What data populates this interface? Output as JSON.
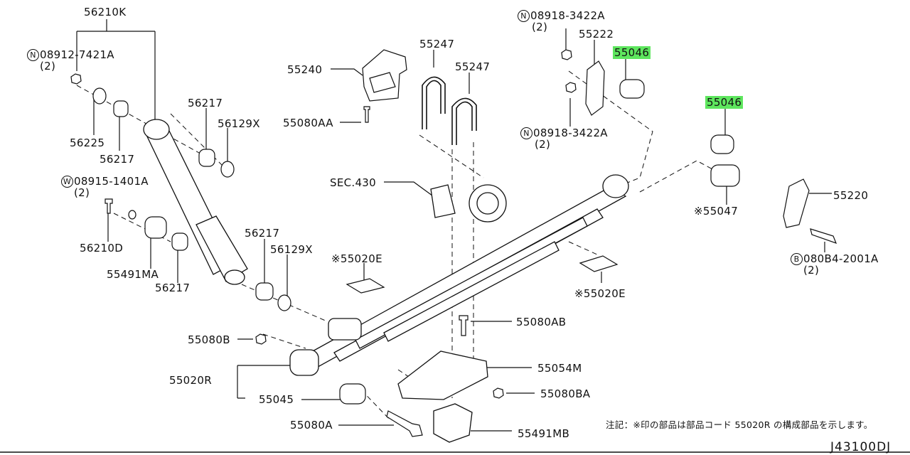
{
  "labels": {
    "p56210K": "56210K",
    "n1_code": "08912-7421A",
    "n1_qty": "(2)",
    "p56225": "56225",
    "p56217a": "56217",
    "p56217b": "56217",
    "p56129Xa": "56129X",
    "w_code": "08915-1401A",
    "w_qty": "(2)",
    "p56210D": "56210D",
    "p55491MA": "55491MA",
    "p56217c": "56217",
    "p56217d": "56217",
    "p56129Xb": "56129X",
    "p55240": "55240",
    "p55080AA": "55080AA",
    "p55247a": "55247",
    "p55247b": "55247",
    "sec430": "SEC.430",
    "n2_code": "08918-3422A",
    "n2_qty": "(2)",
    "p55222": "55222",
    "p55046a": "55046",
    "n3_code": "08918-3422A",
    "n3_qty": "(2)",
    "p55046b": "55046",
    "p55220": "55220",
    "p55047": "※55047",
    "b_code": "080B4-2001A",
    "b_qty": "(2)",
    "p55020Ea": "※55020E",
    "p55020Eb": "※55020E",
    "p55080AB": "55080AB",
    "p55080B": "55080B",
    "p55020R": "55020R",
    "p55054M": "55054M",
    "p55045": "55045",
    "p55080BA": "55080BA",
    "p55080A": "55080A",
    "p55491MB": "55491MB",
    "note": "注記：※印の部品は部品コード 55020R の構成部品を示します。",
    "diagram_code": "J43100DJ"
  },
  "markers": {
    "n": "N",
    "w": "W",
    "b": "B"
  },
  "colors": {
    "highlight": "#5ee65e",
    "line": "#111111"
  }
}
